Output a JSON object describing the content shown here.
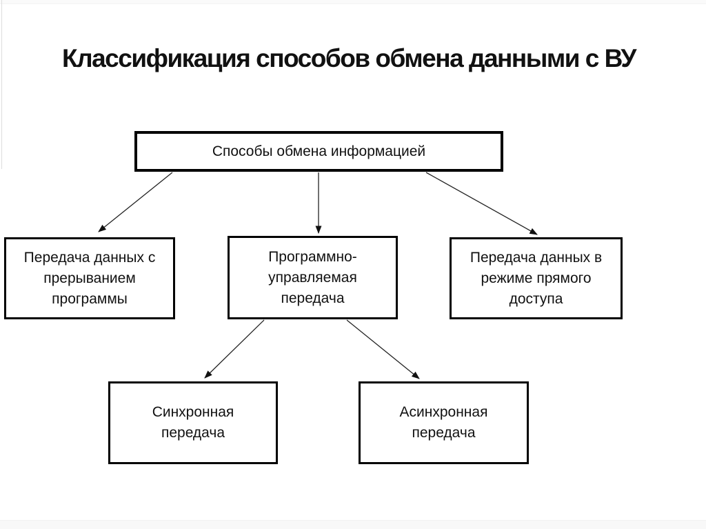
{
  "slide": {
    "title": "Классификация способов обмена данными с ВУ"
  },
  "diagram": {
    "root": {
      "label": "Способы обмена информацией"
    },
    "level1": [
      {
        "id": "interrupt-transfer",
        "lines": [
          "Передача данных с",
          "прерыванием",
          "программы"
        ]
      },
      {
        "id": "program-controlled-transfer",
        "lines": [
          "Программно-",
          "управляемая",
          "передача"
        ]
      },
      {
        "id": "direct-access-transfer",
        "lines": [
          "Передача данных в",
          "режиме прямого",
          "доступа"
        ]
      }
    ],
    "level2": [
      {
        "id": "synchronous-transfer",
        "lines": [
          "Синхронная",
          "передача"
        ]
      },
      {
        "id": "asynchronous-transfer",
        "lines": [
          "Асинхронная",
          "передача"
        ]
      }
    ],
    "colors": {
      "background": "#ffffff",
      "box_border": "#000000",
      "text": "#111111",
      "arrow": "#222222"
    }
  }
}
